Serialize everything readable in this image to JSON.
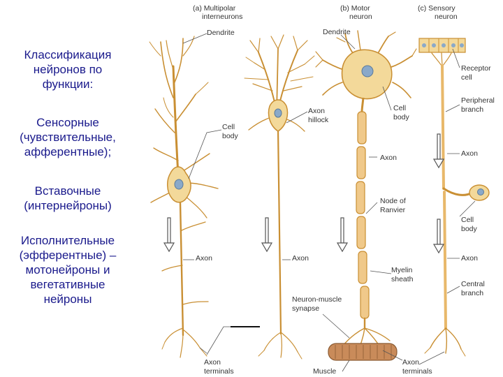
{
  "russian_text": {
    "heading": [
      "Классификация",
      "нейронов по",
      "функции:"
    ],
    "sensory": [
      "Сенсорные",
      "(чувствительные,",
      "афферентные);"
    ],
    "inter": [
      "Вставочные",
      "(интернейроны)"
    ],
    "effector": [
      "Исполнительные",
      "(эфферентные) –",
      "мотонейроны и",
      "вегетативные",
      "нейроны"
    ]
  },
  "panel_headers": {
    "a": [
      "(a) Multipolar",
      "interneurons"
    ],
    "b": [
      "(b) Motor",
      "neuron"
    ],
    "c": [
      "(c) Sensory",
      "neuron"
    ]
  },
  "labels": {
    "dendrite_a": "Dendrite",
    "dendrite_b": "Dendrite",
    "cell_body_a": [
      "Cell",
      "body"
    ],
    "axon_hillock": [
      "Axon",
      "hillock"
    ],
    "cell_body_b": [
      "Cell",
      "body"
    ],
    "axon_b": "Axon",
    "node_of_ranvier": [
      "Node of",
      "Ranvier"
    ],
    "myelin_sheath": [
      "Myelin",
      "sheath"
    ],
    "neuron_muscle_synapse": [
      "Neuron-muscle",
      "synapse"
    ],
    "axon_a1": "Axon",
    "axon_a2": "Axon",
    "axon_terminals_a": [
      "Axon",
      "terminals"
    ],
    "muscle": "Muscle",
    "axon_terminals_b": [
      "Axon",
      "terminals"
    ],
    "receptor_cell": [
      "Receptor",
      "cell"
    ],
    "peripheral_branch": [
      "Peripheral",
      "branch"
    ],
    "axon_c1": "Axon",
    "cell_body_c": [
      "Cell",
      "body"
    ],
    "axon_c2": "Axon",
    "central_branch": [
      "Central",
      "branch"
    ]
  },
  "colors": {
    "russian_text": "#1a1a8c",
    "neuron_fill": "#f3d99a",
    "neuron_stroke": "#c98f33",
    "nucleus": "#8aa9c9",
    "myelin": "#f0c98a",
    "muscle": "#c98b5a",
    "leader_line": "#555555"
  }
}
